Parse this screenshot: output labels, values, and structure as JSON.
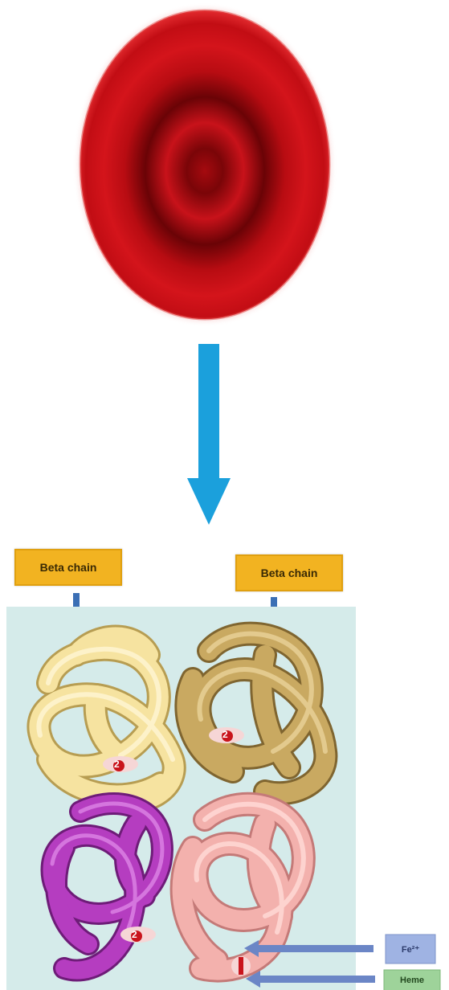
{
  "labels": {
    "beta_chain_left": "Beta chain",
    "beta_chain_right": "Beta chain",
    "heme_marker": "2",
    "fe_legend": "Fe²⁺",
    "heme_legend": "Heme"
  },
  "colors": {
    "rbc": "#c40a10",
    "big_arrow": "#1ba0dc",
    "label_bg": "#f2b321",
    "panel_bg": "#d5ebea",
    "beta_chain_1": "#f6e3a0",
    "beta_chain_2": "#c9a961",
    "alpha_chain_1": "#b53dc0",
    "alpha_chain_2": "#f3b1ad",
    "pointer_arrow": "#6b86c6",
    "fe_legend_bg": "#9fb3e3",
    "heme_legend_bg": "#9ed39a"
  },
  "icons": [
    "red-blood-cell-icon",
    "down-arrow-icon",
    "hemoglobin-molecule-icon"
  ]
}
